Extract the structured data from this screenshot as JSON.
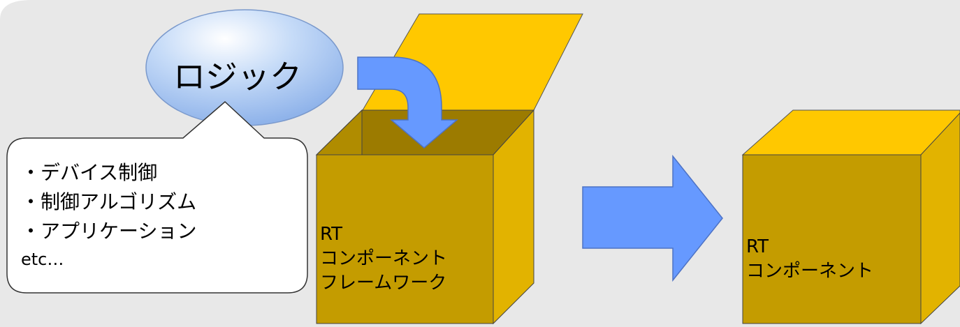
{
  "logic": {
    "label": "ロジック"
  },
  "callout": {
    "items": [
      "・デバイス制御",
      "・制御アルゴリズム",
      "・アプリケーション",
      "etc…"
    ]
  },
  "framework_box": {
    "line1": "RT",
    "line2": "コンポーネント",
    "line3": "フレームワーク"
  },
  "component_box": {
    "line1": "RT",
    "line2": "コンポーネント"
  },
  "colors": {
    "background": "#e8e8e8",
    "box_front": "#c49c00",
    "box_top": "#ffc800",
    "box_side": "#e2b300",
    "box_interior": "#a27f00",
    "arrow": "#6699ff",
    "ellipse": "#b9d2f4",
    "callout": "#ffffff"
  }
}
